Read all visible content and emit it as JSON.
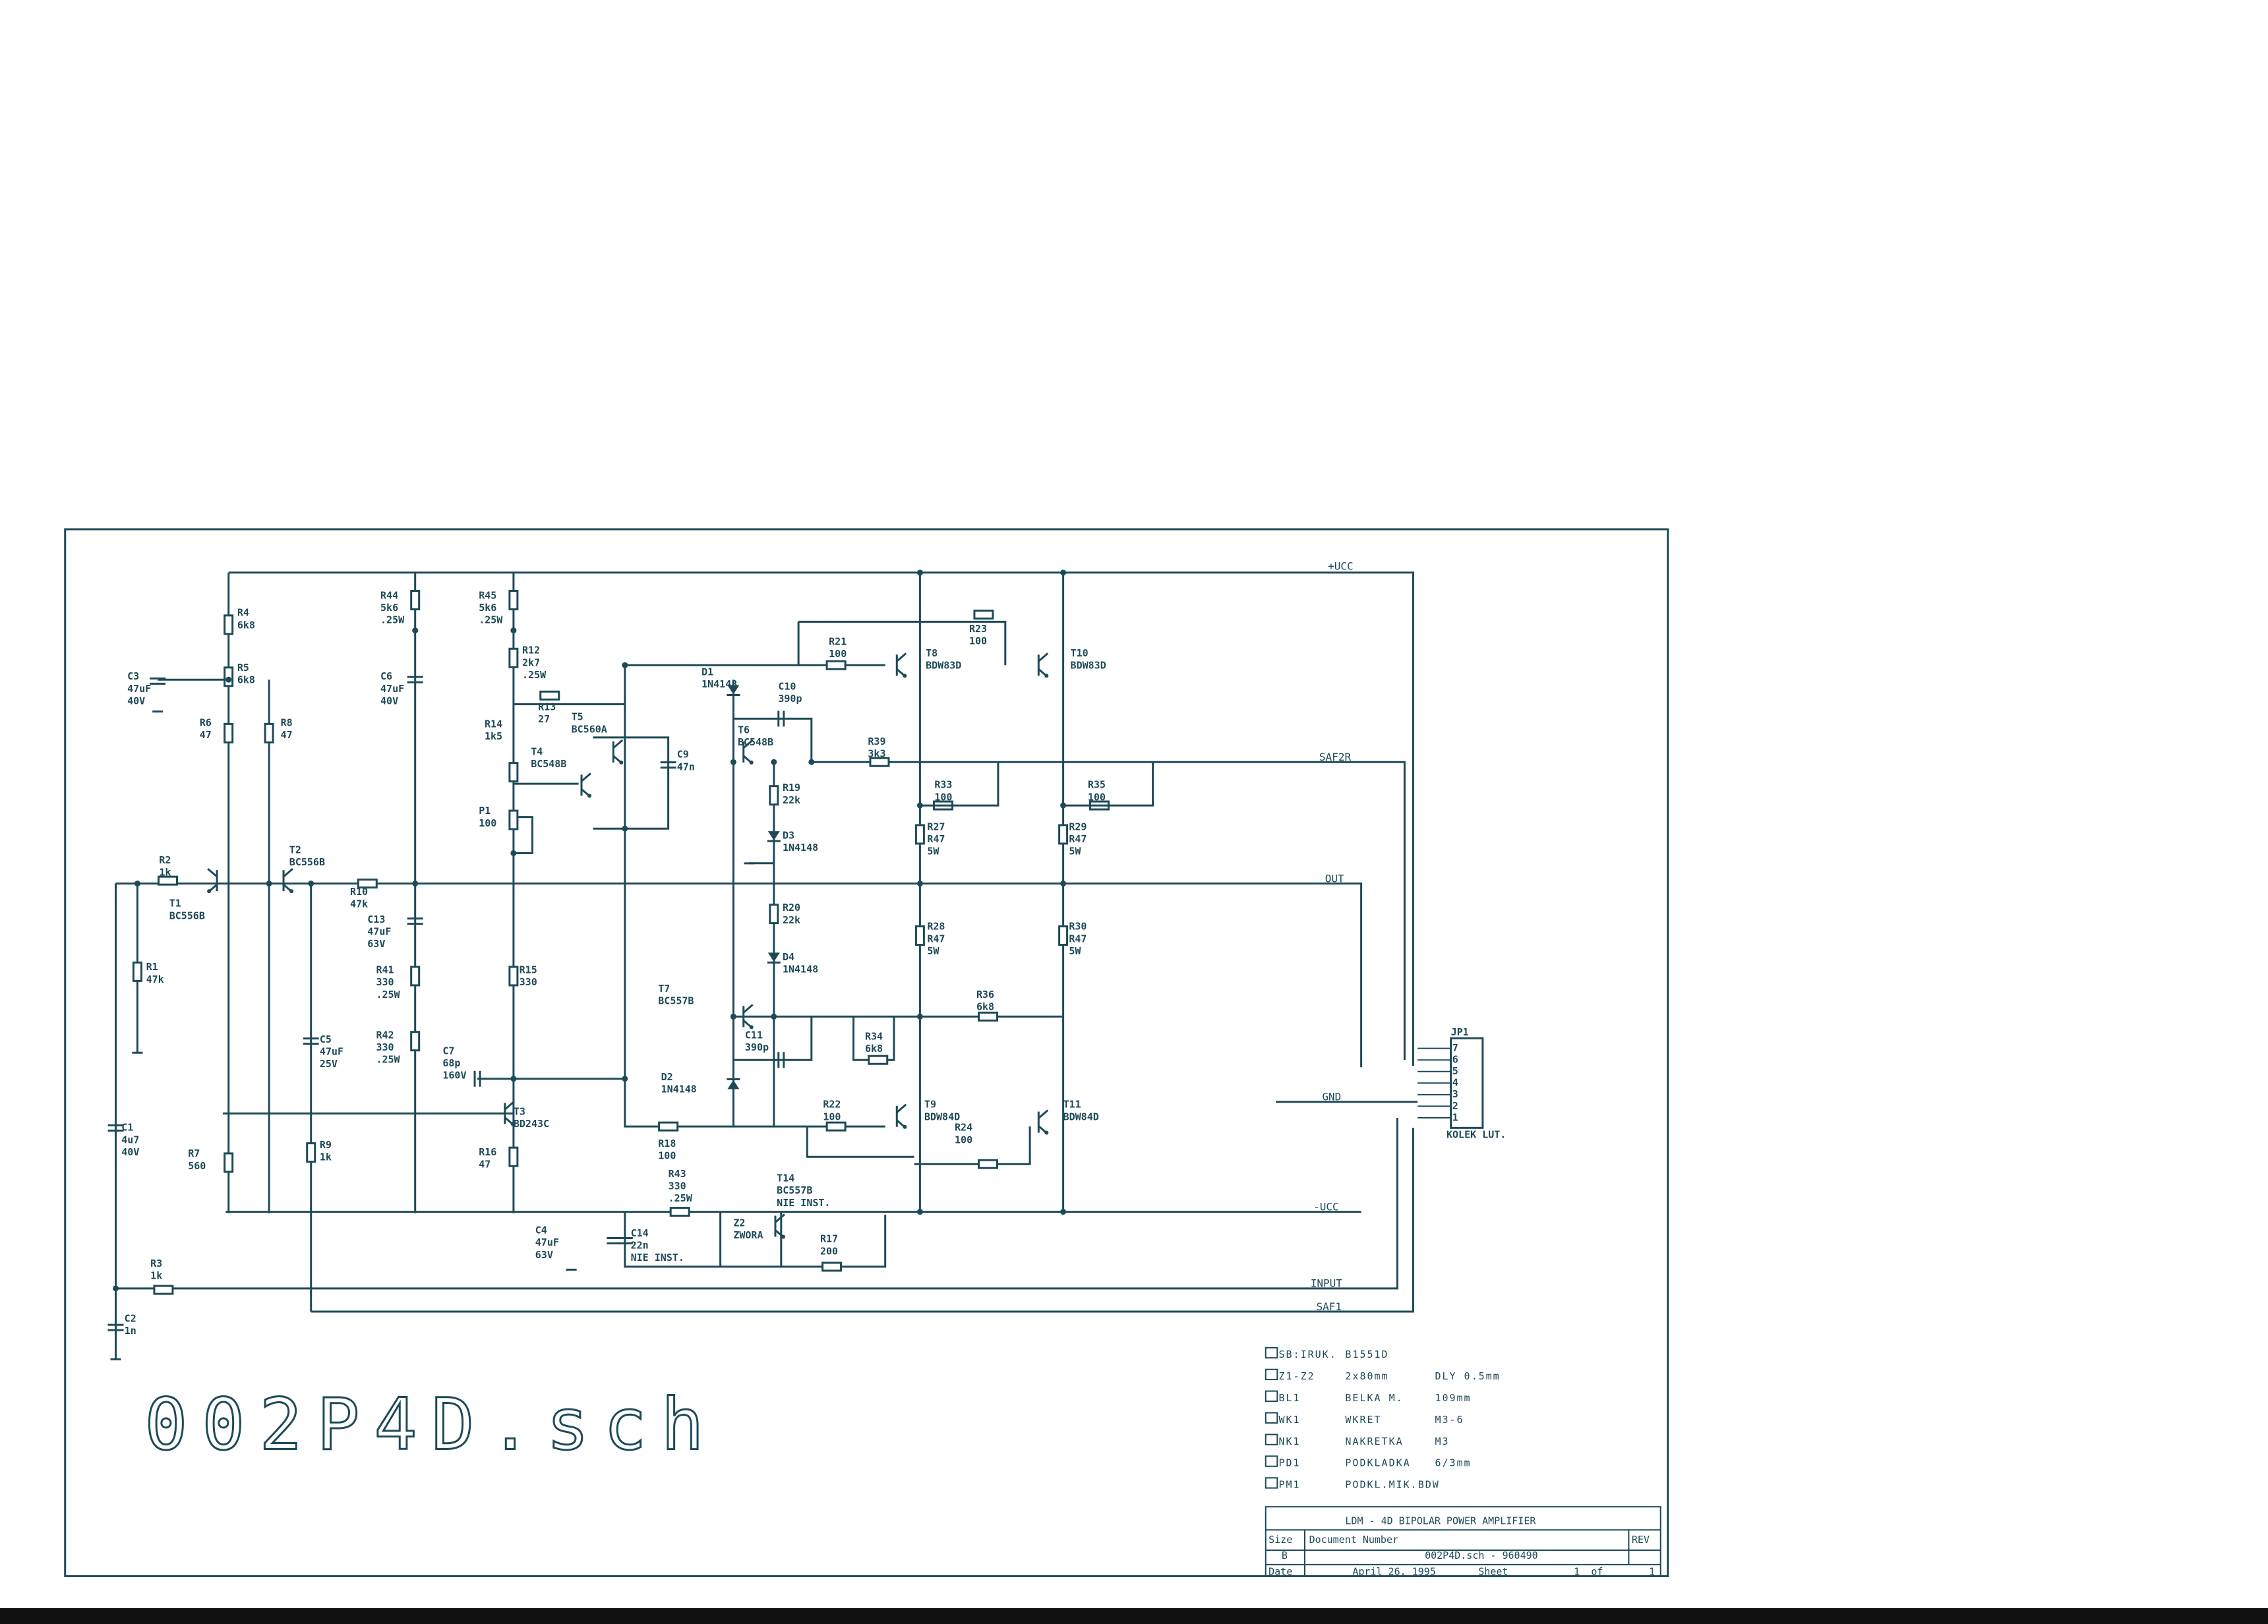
{
  "drawing_title": "002P4D.sch",
  "nets": {
    "vcc_pos": "+UCC",
    "vcc_neg": "-UCC",
    "saf2r": "SAF2R",
    "out": "OUT",
    "gnd": "GND",
    "input": "INPUT",
    "saf1": "SAF1"
  },
  "connector": {
    "ref": "JP1",
    "label": "KOLEK LUT.",
    "pins": [
      "7",
      "6",
      "5",
      "4",
      "3",
      "2",
      "1"
    ]
  },
  "components": {
    "R4": [
      "R4",
      "6k8"
    ],
    "R5": [
      "R5",
      "6k8"
    ],
    "R6": [
      "R6",
      "47"
    ],
    "R8": [
      "R8",
      "47"
    ],
    "C3": [
      "C3",
      "47uF",
      "40V"
    ],
    "R44": [
      "R44",
      "5k6",
      ".25W"
    ],
    "R45": [
      "R45",
      "5k6",
      ".25W"
    ],
    "C6": [
      "C6",
      "47uF",
      "40V"
    ],
    "R12": [
      "R12",
      "2k7",
      ".25W"
    ],
    "R13": [
      "R13",
      "27"
    ],
    "R14": [
      "R14",
      "1k5"
    ],
    "T5": [
      "T5",
      "BC560A"
    ],
    "T4": [
      "T4",
      "BC548B"
    ],
    "C9": [
      "C9",
      "47n"
    ],
    "P1": [
      "P1",
      "100"
    ],
    "T2": [
      "T2",
      "BC556B"
    ],
    "R2": [
      "R2",
      "1k"
    ],
    "T1": [
      "T1",
      "BC556B"
    ],
    "R10": [
      "R10",
      "47k"
    ],
    "C13": [
      "C13",
      "47uF",
      "63V"
    ],
    "R1": [
      "R1",
      "47k"
    ],
    "R41": [
      "R41",
      "330",
      ".25W"
    ],
    "R42": [
      "R42",
      "330",
      ".25W"
    ],
    "R15": [
      "R15",
      "330"
    ],
    "C5": [
      "C5",
      "47uF",
      "25V"
    ],
    "C7": [
      "C7",
      "68p",
      "160V"
    ],
    "T3": [
      "T3",
      "BD243C"
    ],
    "C1": [
      "C1",
      "4u7",
      "40V"
    ],
    "R7": [
      "R7",
      "560"
    ],
    "R9": [
      "R9",
      "1k"
    ],
    "R16": [
      "R16",
      "47"
    ],
    "D1": [
      "D1",
      "1N4148"
    ],
    "C10": [
      "C10",
      "390p"
    ],
    "T6": [
      "T6",
      "BC548B"
    ],
    "R19": [
      "R19",
      "22k"
    ],
    "D3": [
      "D3",
      "1N4148"
    ],
    "R20": [
      "R20",
      "22k"
    ],
    "D4": [
      "D4",
      "1N4148"
    ],
    "T7": [
      "T7",
      "BC557B"
    ],
    "C11": [
      "C11",
      "390p"
    ],
    "D2": [
      "D2",
      "1N4148"
    ],
    "R18": [
      "R18",
      "100"
    ],
    "R21": [
      "R21",
      "100"
    ],
    "R23": [
      "R23",
      "100"
    ],
    "T8": [
      "T8",
      "BDW83D"
    ],
    "T10": [
      "T10",
      "BDW83D"
    ],
    "R39": [
      "R39",
      "3k3"
    ],
    "R33": [
      "R33",
      "100"
    ],
    "R35": [
      "R35",
      "100"
    ],
    "R27": [
      "R27",
      "R47",
      "5W"
    ],
    "R29": [
      "R29",
      "R47",
      "5W"
    ],
    "R28": [
      "R28",
      "R47",
      "5W"
    ],
    "R30": [
      "R30",
      "R47",
      "5W"
    ],
    "R36": [
      "R36",
      "6k8"
    ],
    "R34": [
      "R34",
      "6k8"
    ],
    "R22": [
      "R22",
      "100"
    ],
    "T9": [
      "T9",
      "BDW84D"
    ],
    "T11": [
      "T11",
      "BDW84D"
    ],
    "R24": [
      "R24",
      "100"
    ],
    "R43": [
      "R43",
      "330",
      ".25W"
    ],
    "T14": [
      "T14",
      "BC557B",
      "NIE INST."
    ],
    "Z2": [
      "Z2",
      "ZWORA"
    ],
    "R17": [
      "R17",
      "200"
    ],
    "C4": [
      "C4",
      "47uF",
      "63V"
    ],
    "C14": [
      "C14",
      "22n",
      "NIE INST."
    ],
    "R3": [
      "R3",
      "1k"
    ],
    "C2": [
      "C2",
      "1n"
    ]
  },
  "bom_notes": [
    [
      "SB:IRUK.",
      "B1551D"
    ],
    [
      "Z1-Z2",
      "2x80mm",
      "DLY 0.5mm"
    ],
    [
      "BL1",
      "BELKA M.",
      "109mm"
    ],
    [
      "WK1",
      "WKRET",
      "M3-6"
    ],
    [
      "NK1",
      "NAKRETKA",
      "M3"
    ],
    [
      "PD1",
      "PODKLADKA",
      "6/3mm"
    ],
    [
      "PM1",
      "PODKL.MIK.BDW"
    ]
  ],
  "title_block": {
    "title": "LDM - 4D BIPOLAR POWER AMPLIFIER",
    "size_label": "Size",
    "size": "B",
    "docnum_label": "Document Number",
    "docnum": "002P4D.sch - 960490",
    "rev_label": "REV",
    "date_label": "Date",
    "date": "April 26, 1995",
    "sheet_label": "Sheet",
    "sheet": "1",
    "of": "of",
    "sheet_total": "1"
  }
}
